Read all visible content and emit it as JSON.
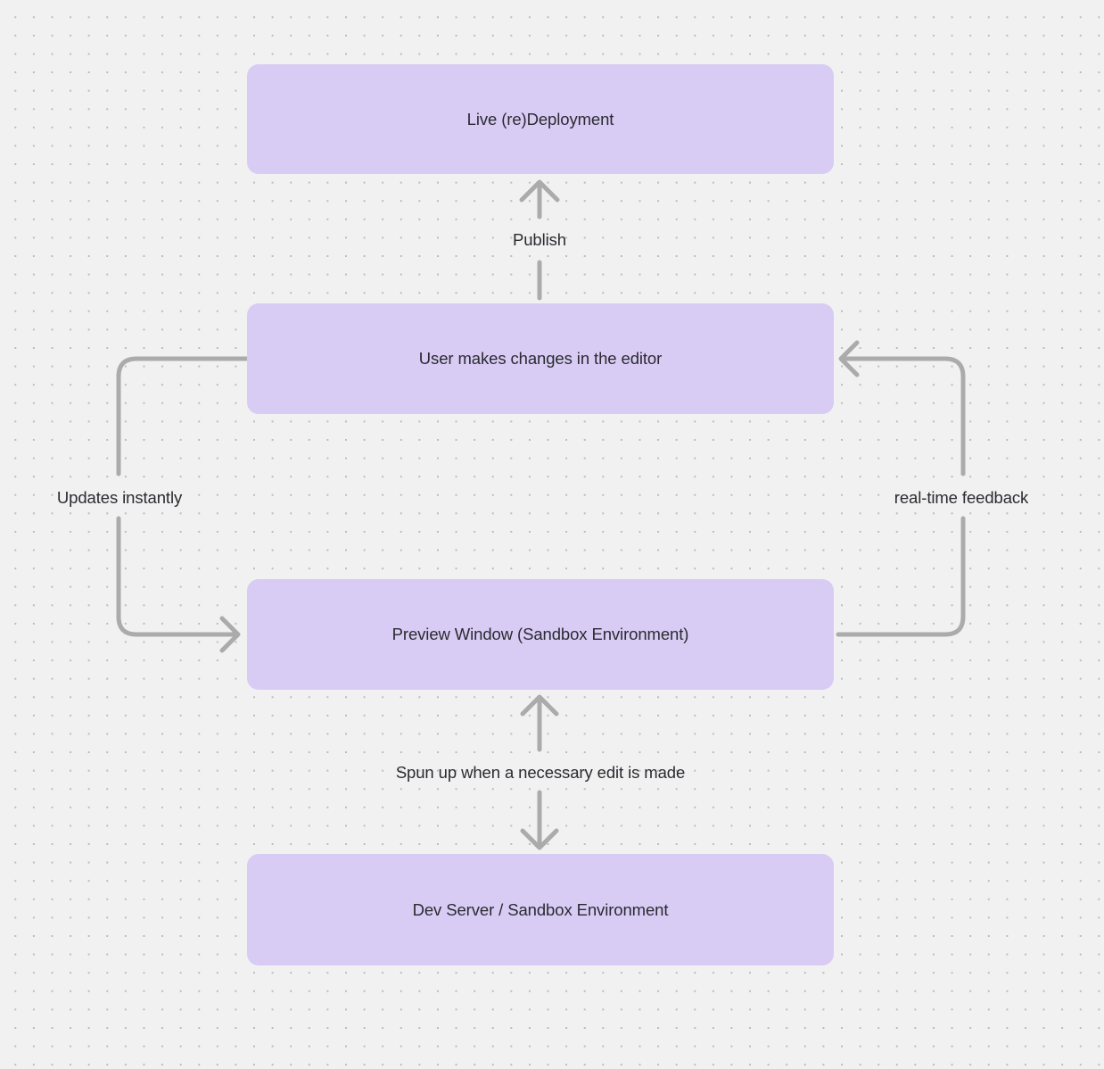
{
  "colors": {
    "background": "#f2f1f1",
    "dot_color": "#bbbbbb",
    "node_fill": "#d8ccf5",
    "arrow_color": "#ababab",
    "text_color": "#2b2a30"
  },
  "diagram": {
    "type": "flowchart",
    "nodes": [
      {
        "id": "live-redeployment",
        "label": "Live (re)Deployment"
      },
      {
        "id": "user-editor",
        "label": "User makes changes in the editor"
      },
      {
        "id": "preview-window",
        "label": "Preview Window (Sandbox Environment)"
      },
      {
        "id": "dev-server",
        "label": "Dev Server / Sandbox Environment"
      }
    ],
    "edges": [
      {
        "id": "publish",
        "label": "Publish",
        "from": "user-editor",
        "to": "live-redeployment",
        "direction": "up"
      },
      {
        "id": "updates-instantly",
        "label": "Updates instantly",
        "from": "user-editor",
        "to": "preview-window",
        "direction": "left-loop-down"
      },
      {
        "id": "real-time-feedback",
        "label": "real-time feedback",
        "from": "preview-window",
        "to": "user-editor",
        "direction": "right-loop-up"
      },
      {
        "id": "spun-up",
        "label": "Spun up when a necessary edit is made",
        "from": "dev-server",
        "to": "preview-window",
        "direction": "bidirectional"
      }
    ]
  }
}
